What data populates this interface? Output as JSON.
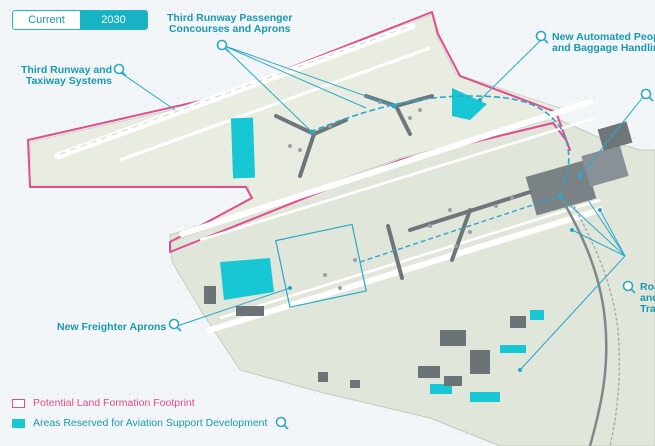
{
  "view_toggle": {
    "options": [
      "Current",
      "2030"
    ],
    "selected": "2030"
  },
  "labels": {
    "third_runway_concourses": "Third Runway Passenger\nConcourses and Aprons",
    "third_runway_taxiway": "Third Runway and\nTaxiway Systems",
    "automated_people_mover": "New Automated Peop\nand Baggage Handlin",
    "road_transport": "Roa\nand\nTra",
    "freighter_aprons": "New Freighter Aprons"
  },
  "legend": {
    "land_formation": "Potential Land Formation Footprint",
    "aviation_support": "Areas Reserved for Aviation Support Development"
  },
  "colors": {
    "land_formation_outline": "#e24d8b",
    "aviation_support_fill": "#17c7d3",
    "label_text": "#1a98b0",
    "leader_line": "#2aa7c9",
    "land": "#dde3d7",
    "sea": "#f2f6f8"
  },
  "icons": [
    "magnifier-pin-icon"
  ]
}
